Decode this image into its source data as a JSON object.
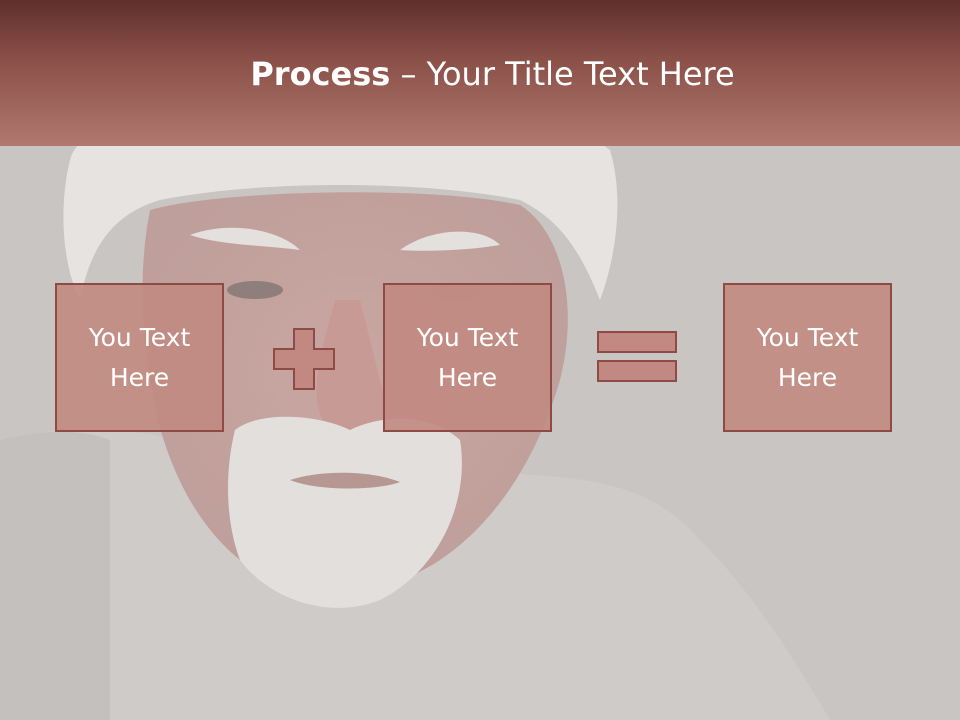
{
  "slide": {
    "title_bold": "Process",
    "title_rest": " – Your Title Text Here"
  },
  "process": {
    "boxes": [
      {
        "line1": "You Text",
        "line2": "Here"
      },
      {
        "line1": "You Text",
        "line2": "Here"
      },
      {
        "line1": "You Text",
        "line2": "Here"
      }
    ],
    "operators": {
      "first": "plus-icon",
      "second": "equals-icon"
    }
  },
  "colors": {
    "title_bar_top": "#5f2f2b",
    "title_bar_bottom": "#b0786e",
    "box_fill": "#c18981",
    "box_border": "#8d4b44",
    "background": "#c9c5c3"
  }
}
